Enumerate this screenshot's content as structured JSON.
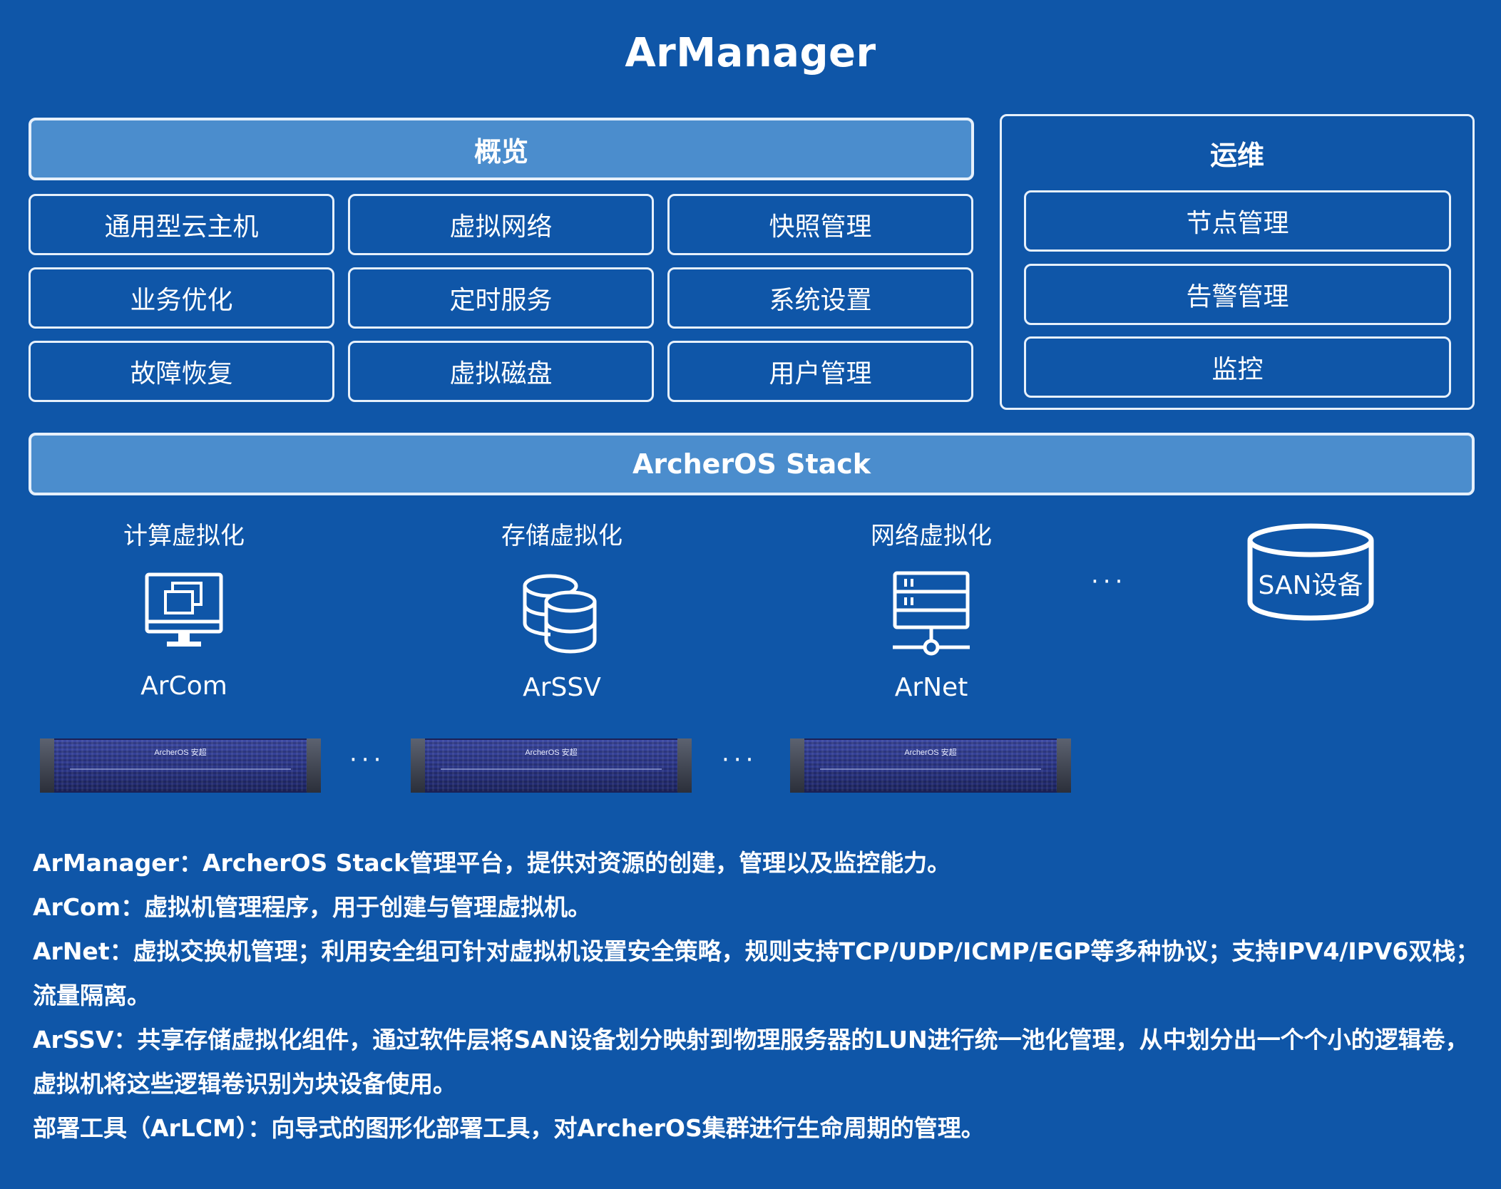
{
  "title": "ArManager",
  "overview": {
    "header": "概览",
    "tiles": [
      [
        "通用型云主机",
        "虚拟网络",
        "快照管理"
      ],
      [
        "业务优化",
        "定时服务",
        "系统设置"
      ],
      [
        "故障恢复",
        "虚拟磁盘",
        "用户管理"
      ]
    ]
  },
  "ops": {
    "header": "运维",
    "items": [
      "节点管理",
      "告警管理",
      "监控"
    ]
  },
  "stack_bar": "ArcherOS Stack",
  "components": [
    {
      "category": "计算虚拟化",
      "name": "ArCom",
      "icon": "monitor-icon"
    },
    {
      "category": "存储虚拟化",
      "name": "ArSSV",
      "icon": "database-icon"
    },
    {
      "category": "网络虚拟化",
      "name": "ArNet",
      "icon": "server-network-icon"
    }
  ],
  "ellipsis": "···",
  "san_device": "SAN设备",
  "server_brand": "ArcherOS 安超",
  "descriptions": [
    "ArManager：ArcherOS Stack管理平台，提供对资源的创建，管理以及监控能力。",
    "ArCom：虚拟机管理程序，用于创建与管理虚拟机。",
    "ArNet：虚拟交换机管理；利用安全组可针对虚拟机设置安全策略，规则支持TCP/UDP/ICMP/EGP等多种协议；支持IPV4/IPV6双栈；流量隔离。",
    "ArSSV：共享存储虚拟化组件，通过软件层将SAN设备划分映射到物理服务器的LUN进行统一池化管理，从中划分出一个个小的逻辑卷，虚拟机将这些逻辑卷识别为块设备使用。",
    "部署工具（ArLCM）：向导式的图形化部署工具，对ArcherOS集群进行生命周期的管理。"
  ]
}
